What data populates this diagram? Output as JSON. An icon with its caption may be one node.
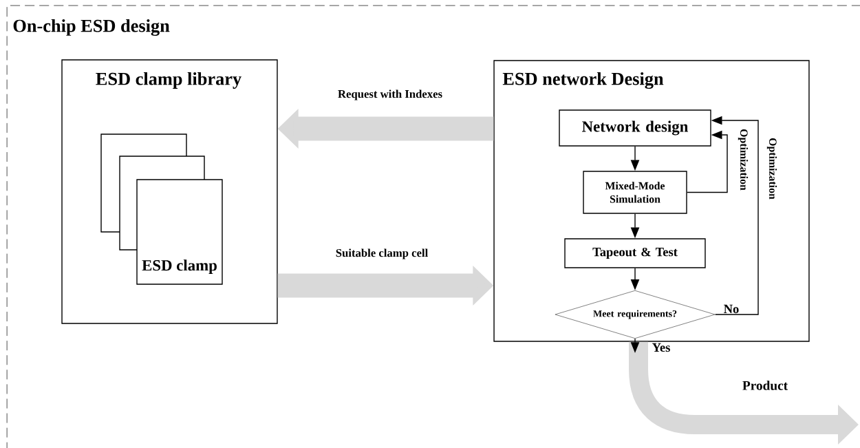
{
  "diagram": {
    "nodes": [
      {
        "text": [
          "On-chip ESD design"
        ]
      },
      {
        "text": [
          "ESD clamp library"
        ],
        "in": 0
      },
      {
        "text": [],
        "shape": "box",
        "in": 1
      },
      {
        "text": [],
        "shape": "box",
        "in": 1
      },
      {
        "text": [
          "ESD clamp"
        ],
        "in": 1
      },
      {
        "text": [
          "ESD network Design"
        ],
        "in": 0
      },
      {
        "text": [
          "Network design"
        ],
        "in": 5
      },
      {
        "text": [
          "Mixed-Mode Simulation"
        ],
        "in": 5
      },
      {
        "text": [
          "Tapeout & Test"
        ],
        "in": 5
      },
      {
        "text": [
          "Meet requirements?"
        ],
        "in": 5
      }
    ],
    "edges": [
      {
        "from": 5,
        "to": 1,
        "arrow": "to",
        "label": "Request with Indexes",
        "style": "thick",
        "color": "#d9d9d9"
      },
      {
        "from": 1,
        "to": 5,
        "arrow": "to",
        "label": "Suitable clamp cell",
        "style": "thick",
        "color": "#d9d9d9"
      },
      {
        "from": 6,
        "to": 7,
        "arrow": "to"
      },
      {
        "from": 7,
        "to": 8,
        "arrow": "to"
      },
      {
        "from": 8,
        "to": 9,
        "arrow": "to"
      },
      {
        "from": 7,
        "to": 6,
        "arrow": "to",
        "label": "Optimization"
      },
      {
        "from": 9,
        "to": 6,
        "arrow": "to",
        "label": "Optimization"
      },
      {
        "from": 9,
        "to": null,
        "arrow": "to",
        "label": "Yes"
      },
      {
        "from": 5,
        "to": null,
        "arrow": "to",
        "label": "Product",
        "style": "thick",
        "color": "#d9d9d9"
      }
    ],
    "labels": [
      "No"
    ]
  }
}
